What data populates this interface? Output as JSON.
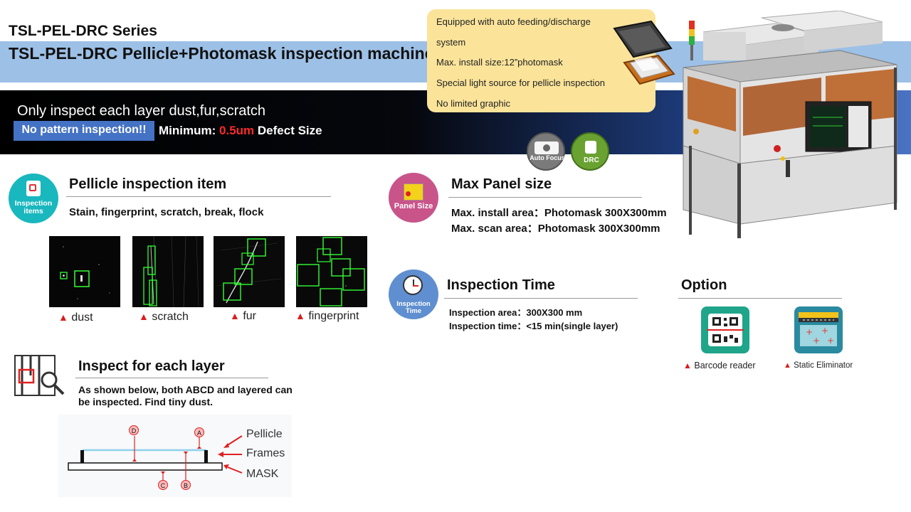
{
  "header": {
    "series": "TSL-PEL-DRC Series",
    "title": "TSL-PEL-DRC Pellicle+Photomask inspection machine"
  },
  "banner": {
    "line1": "Only inspect each layer dust,fur,scratch",
    "badge": "No pattern inspection!!",
    "minimum_label": "Minimum:",
    "minimum_value": "0.5um",
    "minimum_suffix": "Defect Size"
  },
  "features_note": {
    "line1": "Equipped with auto feeding/discharge",
    "line2": "system",
    "line3": "Max. install size:12”photomask",
    "line4": "Special light source for pellicle inspection",
    "line5": "No limited graphic"
  },
  "badges": {
    "auto_focus": "Auto Focus",
    "drc": "DRC"
  },
  "pellicle": {
    "icon_label": "Inspection items",
    "heading": "Pellicle inspection item",
    "items_text": "Stain, fingerprint, scratch, break, flock",
    "samples": [
      {
        "label": "dust"
      },
      {
        "label": "scratch"
      },
      {
        "label": "fur"
      },
      {
        "label": "fingerprint"
      }
    ]
  },
  "panel": {
    "icon_label": "Panel Size",
    "heading": "Max Panel size",
    "line1": "Max. install area：Photomask 300X300mm",
    "line2": "Max. scan area：Photomask 300X300mm"
  },
  "time": {
    "icon_label": "Inspection Time",
    "heading": "Inspection Time",
    "line1": "Inspection area：300X300 mm",
    "line2": "Inspection time：<15 min(single layer)"
  },
  "option": {
    "heading": "Option",
    "items": [
      {
        "label": "Barcode reader"
      },
      {
        "label": "Static Eliminator"
      }
    ]
  },
  "layer": {
    "heading": "Inspect for each layer",
    "line1": "As shown below, both ABCD and layered  can",
    "line2": "be inspected. Find tiny dust.",
    "diagram": {
      "labels": [
        "Pellicle",
        "Frames",
        "MASK"
      ],
      "markers": [
        "A",
        "B",
        "C",
        "D"
      ]
    }
  },
  "colors": {
    "accent_blue": "#9dc0e6",
    "badge_blue": "#4472c4",
    "defect_red": "#ff2a2a",
    "teal": "#19b7be",
    "pink": "#c8548a",
    "note_yellow": "#fbe49a"
  }
}
